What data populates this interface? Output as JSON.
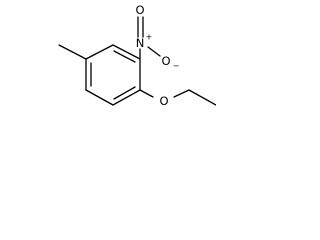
{
  "molecule": {
    "atoms": {
      "nitro_n": {
        "symbol": "N",
        "charge": "+"
      },
      "nitro_o_top": {
        "symbol": "O"
      },
      "nitro_o_minus": {
        "symbol": "O",
        "charge": "−"
      },
      "ether_o": {
        "symbol": "O"
      }
    },
    "colors": {
      "bond": "#000000",
      "text": "#000000",
      "background": "#ffffff"
    }
  }
}
